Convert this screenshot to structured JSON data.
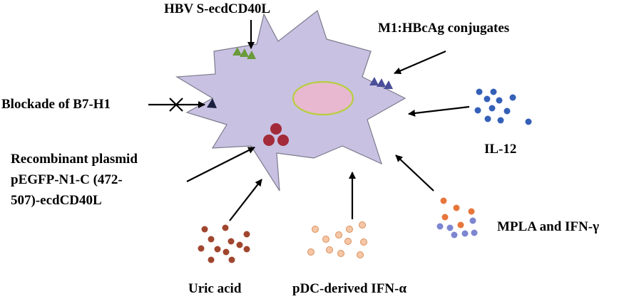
{
  "labels": {
    "hbv": "HBV S-ecdCD40L",
    "m1": "M1:HBcAg conjugates",
    "blockade": "Blockade of B7-H1",
    "plasmid_line1": "Recombinant plasmid",
    "plasmid_line2": "pEGFP-N1-C (472-",
    "plasmid_line3": "507)-ecdCD40L",
    "il12": "IL-12",
    "mpla": "MPLA and IFN-γ",
    "uric": "Uric acid",
    "pdc": "pDC-derived IFN-α"
  },
  "colors": {
    "cell_fill": "#c9c1e2",
    "cell_stroke": "#7b7b8d",
    "nucleus_fill": "#e8b8d0",
    "nucleus_stroke": "#b6cf3f",
    "hbv_triangles": "#6a9a3a",
    "m1_triangles": "#4a4f9a",
    "b7h1_triangle": "#1a2040",
    "plasmid_fill": "#a32a38",
    "il12_dots": "#3560b8",
    "uric_dots": "#a0462e",
    "pdc_fill": "#f6c6a6",
    "pdc_stroke": "#d8905c",
    "mpla_orange": "#e8763a",
    "mpla_blue": "#7d86d0"
  }
}
